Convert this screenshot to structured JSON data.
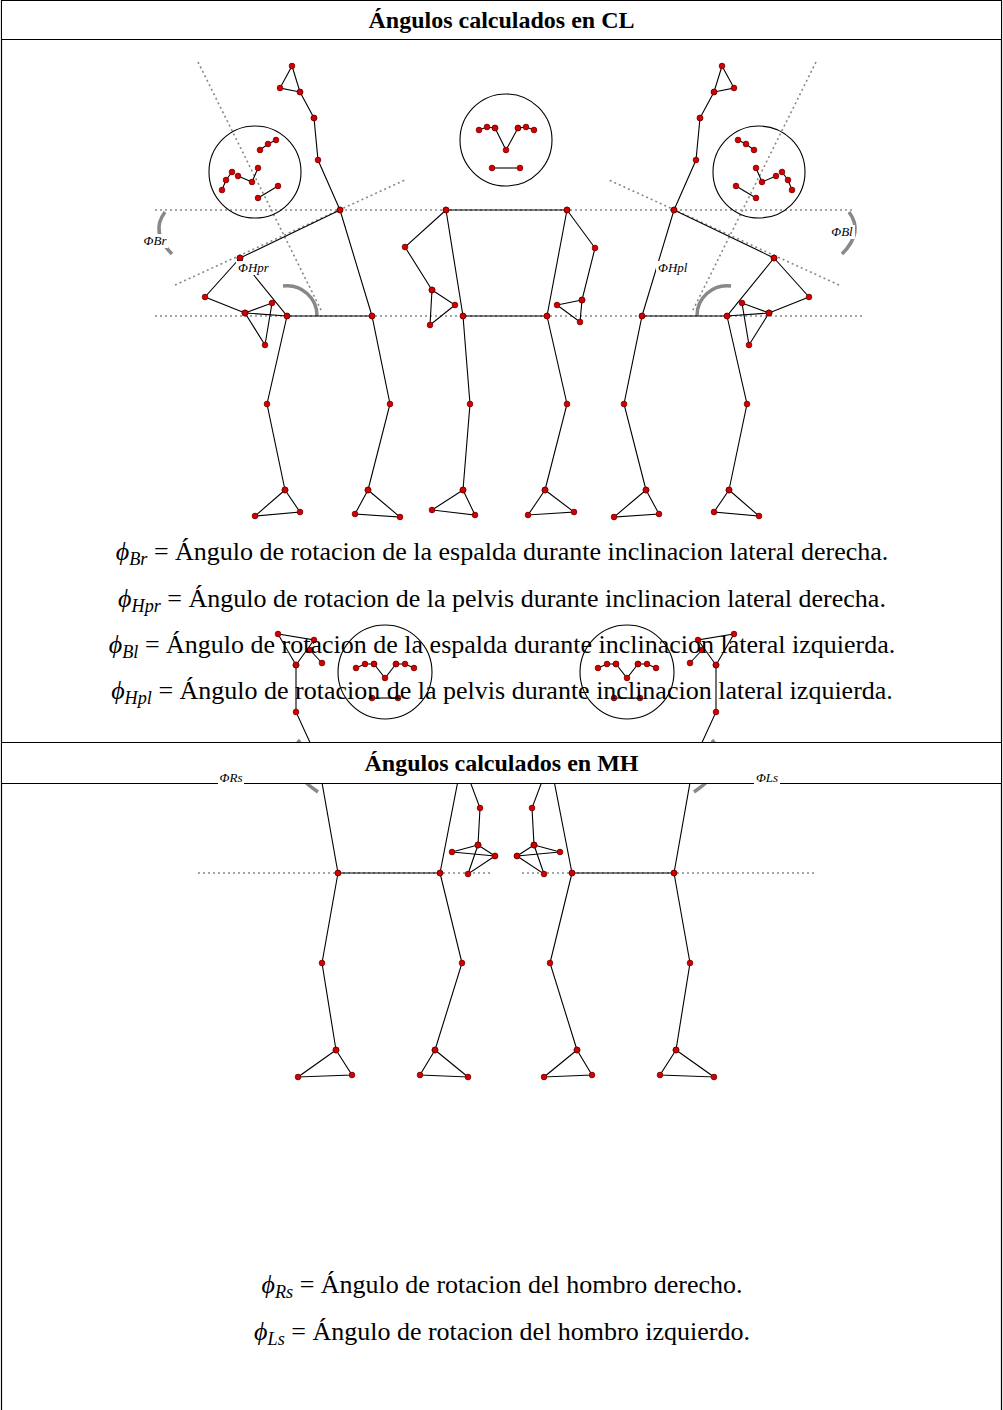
{
  "diagram": {
    "nodes": [
      {
        "text": [
          "Ángulos calculados en CL"
        ]
      },
      {
        "text": [
          "Ángulos calculados en MH"
        ]
      }
    ],
    "labels": [
      "ΦBr",
      "ΦHpr",
      "ΦHpl",
      "ΦBl",
      "ϕBr = Ángulo de rotacion de la espalda durante inclinacion lateral derecha.",
      "ϕHpr = Ángulo de rotacion de la pelvis durante inclinacion lateral derecha.",
      "ϕBl = Ángulo de rotacion de la espalda durante inclinacion lateral izquierda.",
      "ϕHpl = Ángulo de rotacion de la pelvis durante inclinacion lateral izquierda.",
      "ΦRs",
      "ΦLs",
      "ϕRs = Ángulo de rotacion del hombro derecho.",
      "ϕLs = Ángulo de rotacion del hombro izquierdo."
    ]
  }
}
